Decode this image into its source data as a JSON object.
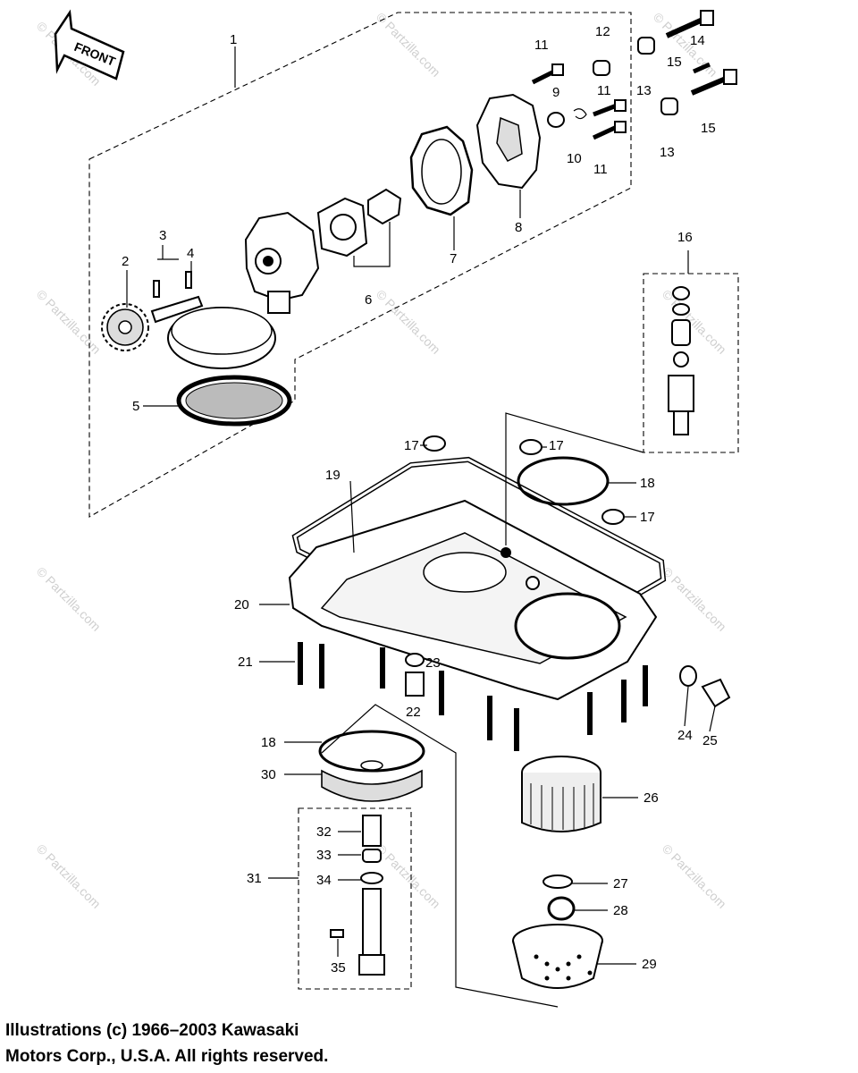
{
  "front_label": "FRONT",
  "watermark": "© Partzilla.com",
  "center_watermark": "Partzilla.com",
  "callouts": [
    "1",
    "2",
    "3",
    "4",
    "5",
    "6",
    "7",
    "8",
    "9",
    "10",
    "11",
    "11",
    "11",
    "11",
    "12",
    "13",
    "13",
    "14",
    "15",
    "15",
    "16",
    "17",
    "17",
    "17",
    "18",
    "18",
    "19",
    "20",
    "21",
    "22",
    "23",
    "24",
    "25",
    "26",
    "27",
    "28",
    "29",
    "30",
    "31",
    "32",
    "33",
    "34",
    "35"
  ],
  "copyright": {
    "line1": "Illustrations (c) 1966–2003 Kawasaki",
    "line2": "Motors Corp., U.S.A.  All rights reserved."
  }
}
